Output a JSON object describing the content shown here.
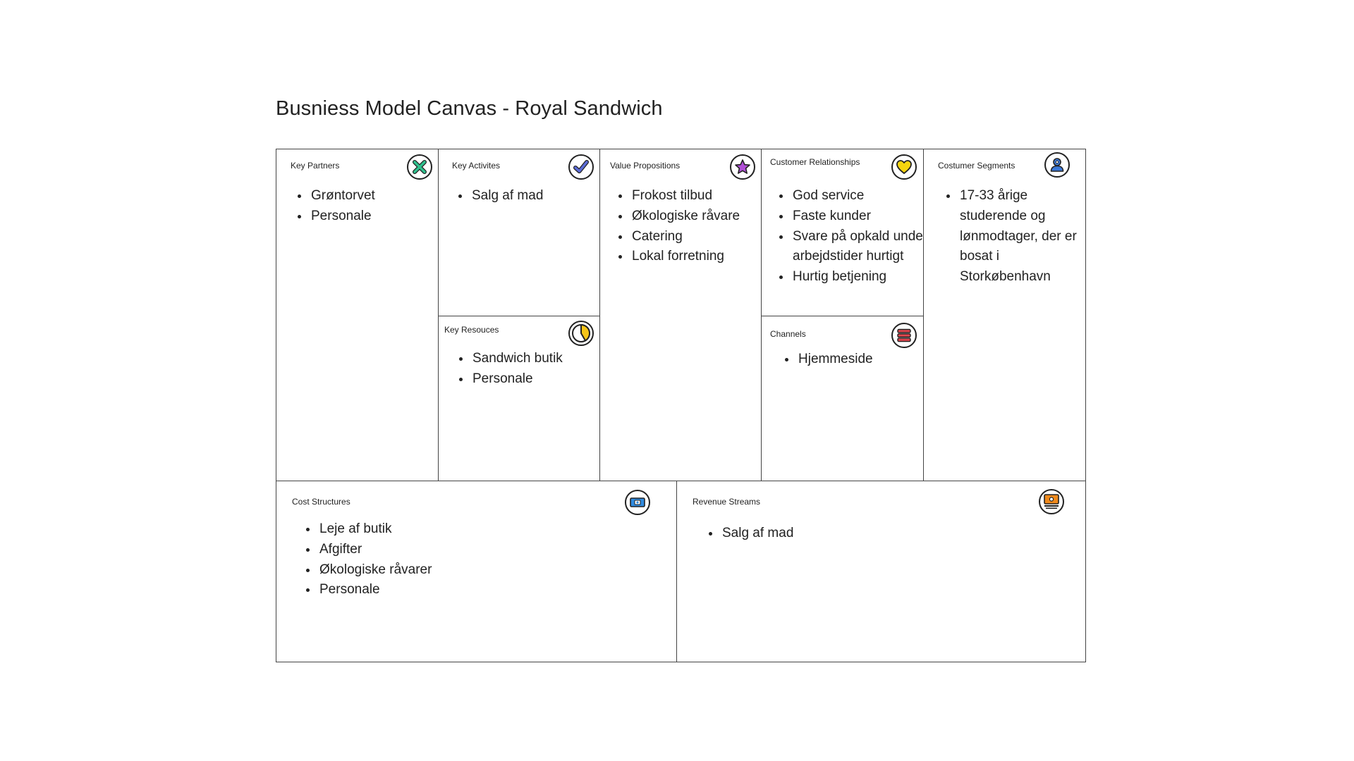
{
  "title": "Busniess Model Canvas - Royal Sandwich",
  "blocks": {
    "key_partners": {
      "label": "Key Partners",
      "icon": "x-mark-icon",
      "items": [
        "Grøntorvet",
        "Personale"
      ]
    },
    "key_activities": {
      "label": "Key Activites",
      "icon": "checkmark-icon",
      "items": [
        "Salg af mad"
      ]
    },
    "key_resources": {
      "label": "Key Resouces",
      "icon": "pie-chart-icon",
      "items": [
        "Sandwich butik",
        "Personale"
      ]
    },
    "value_propositions": {
      "label": "Value Propositions",
      "icon": "star-icon",
      "items": [
        "Frokost tilbud",
        "Økologiske råvare",
        "Catering",
        "Lokal forretning"
      ]
    },
    "customer_relationships": {
      "label": "Customer Relationships",
      "icon": "heart-icon",
      "items": [
        "God service",
        "Faste kunder",
        "Svare på opkald under arbejdstider hurtigt",
        "Hurtig betjening"
      ]
    },
    "channels": {
      "label": "Channels",
      "icon": "stack-icon",
      "items": [
        "Hjemmeside"
      ]
    },
    "customer_segments": {
      "label": "Costumer Segments",
      "icon": "person-icon",
      "items": [
        "17-33 årige studerende og lønmodtager, der er bosat i Storkøbenhavn"
      ]
    },
    "cost_structures": {
      "label": "Cost Structures",
      "icon": "banknote-icon",
      "items": [
        "Leje af butik",
        "Afgifter",
        "Økologiske råvarer",
        "Personale"
      ]
    },
    "revenue_streams": {
      "label": "Revenue Streams",
      "icon": "cash-register-icon",
      "items": [
        "Salg af mad"
      ]
    }
  },
  "colors": {
    "x_mark": "#2fc08d",
    "checkmark": "#5b6bd6",
    "pie": "#f5c518",
    "star": "#b04fd6",
    "heart": "#f5d40f",
    "stack": "#e0454e",
    "person": "#3a78d8",
    "banknote": "#2f8be0",
    "register": "#f08a1c",
    "border": "#444444",
    "text": "#222222"
  }
}
